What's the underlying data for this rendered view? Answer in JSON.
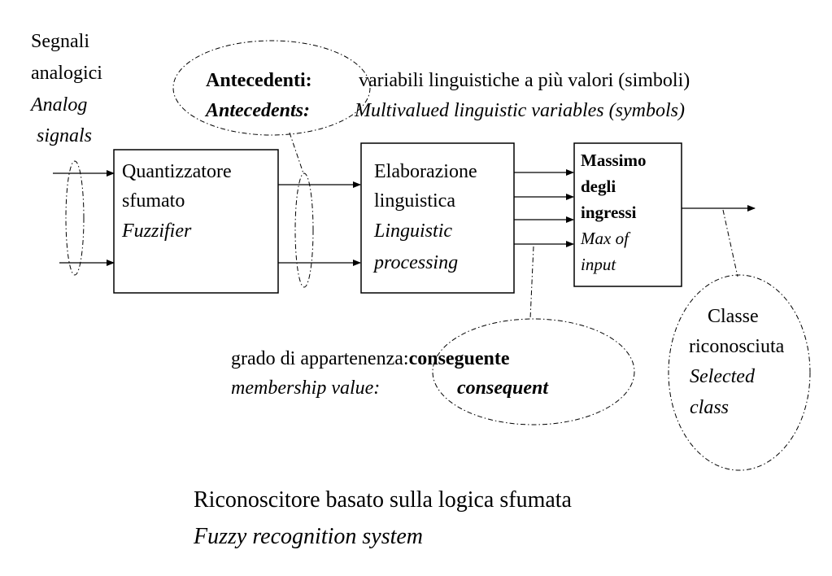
{
  "input_label": {
    "it_line1": "Segnali",
    "it_line2": "analogici",
    "en_line1": "Analog",
    "en_line2": "signals"
  },
  "antecedents": {
    "it_label": "Antecedenti:",
    "it_text": "variabili linguistiche a più valori (simboli)",
    "en_label": "Antecedents:",
    "en_text": "Multivalued linguistic variables (symbols)"
  },
  "fuzzifier_box": {
    "it_line1": "Quantizzatore",
    "it_line2": "sfumato",
    "en_line1": "Fuzzifier"
  },
  "processing_box": {
    "it_line1": "Elaborazione",
    "it_line2": "linguistica",
    "en_line1": "Linguistic",
    "en_line2": "processing"
  },
  "max_box": {
    "it_line1": "Massimo",
    "it_line2": "degli",
    "it_line3": "ingressi",
    "en_line1": "Max of",
    "en_line2": "input"
  },
  "consequent": {
    "it_label": "grado di appartenenza:",
    "it_value": "conseguente",
    "en_label": "membership value:",
    "en_value": "consequent"
  },
  "output_label": {
    "it_line1": "Classe",
    "it_line2": "riconosciuta",
    "en_line1": "Selected",
    "en_line2": "class"
  },
  "caption": {
    "it": "Riconoscitore basato sulla logica sfumata",
    "en": "Fuzzy recognition system"
  }
}
